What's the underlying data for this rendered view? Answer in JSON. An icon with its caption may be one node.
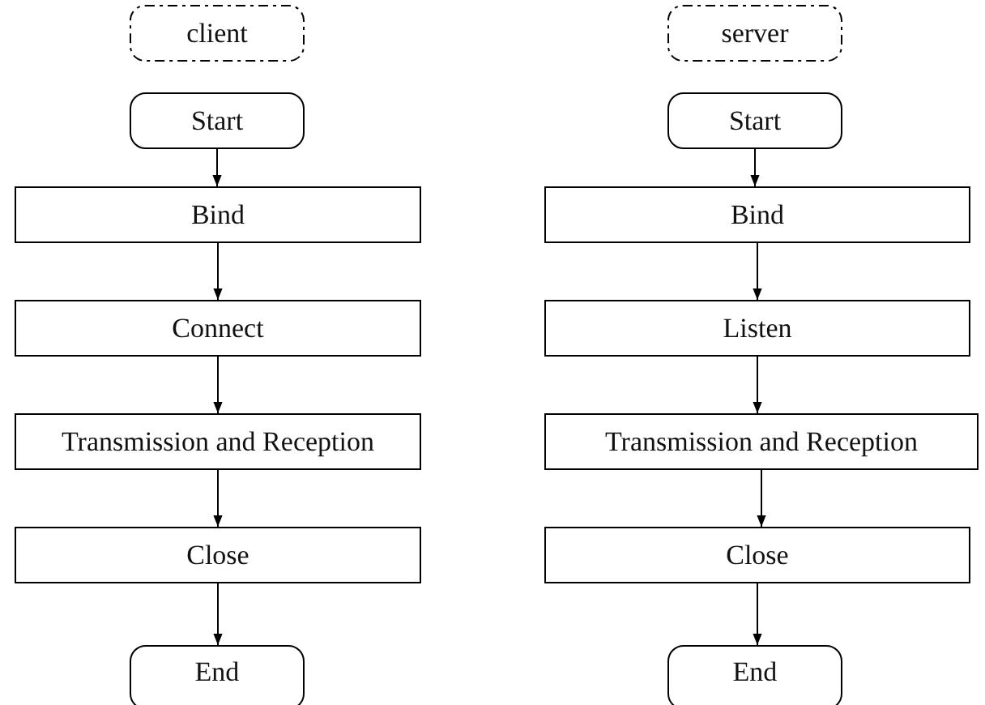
{
  "diagram": {
    "nodes": [
      {
        "text": [
          "client"
        ]
      },
      {
        "text": [
          "Start"
        ]
      },
      {
        "text": [
          "Bind"
        ]
      },
      {
        "text": [
          "Connect"
        ]
      },
      {
        "text": [
          "Transmission and Reception"
        ]
      },
      {
        "text": [
          "Close"
        ]
      },
      {
        "text": [
          "End"
        ]
      },
      {
        "text": [
          "server"
        ]
      },
      {
        "text": [
          "Start"
        ]
      },
      {
        "text": [
          "Bind"
        ]
      },
      {
        "text": [
          "Listen"
        ]
      },
      {
        "text": [
          "Transmission and Reception"
        ]
      },
      {
        "text": [
          "Close"
        ]
      },
      {
        "text": [
          "End"
        ]
      }
    ],
    "edges": [
      {
        "from": 1,
        "to": 2,
        "arrow": "to"
      },
      {
        "from": 2,
        "to": 3,
        "arrow": "to"
      },
      {
        "from": 3,
        "to": 4,
        "arrow": "to"
      },
      {
        "from": 4,
        "to": 5,
        "arrow": "to"
      },
      {
        "from": 5,
        "to": 6,
        "arrow": "to"
      },
      {
        "from": 8,
        "to": 9,
        "arrow": "to"
      },
      {
        "from": 9,
        "to": 10,
        "arrow": "to"
      },
      {
        "from": 10,
        "to": 11,
        "arrow": "to"
      },
      {
        "from": 11,
        "to": 12,
        "arrow": "to"
      },
      {
        "from": 12,
        "to": 13,
        "arrow": "to"
      }
    ]
  }
}
